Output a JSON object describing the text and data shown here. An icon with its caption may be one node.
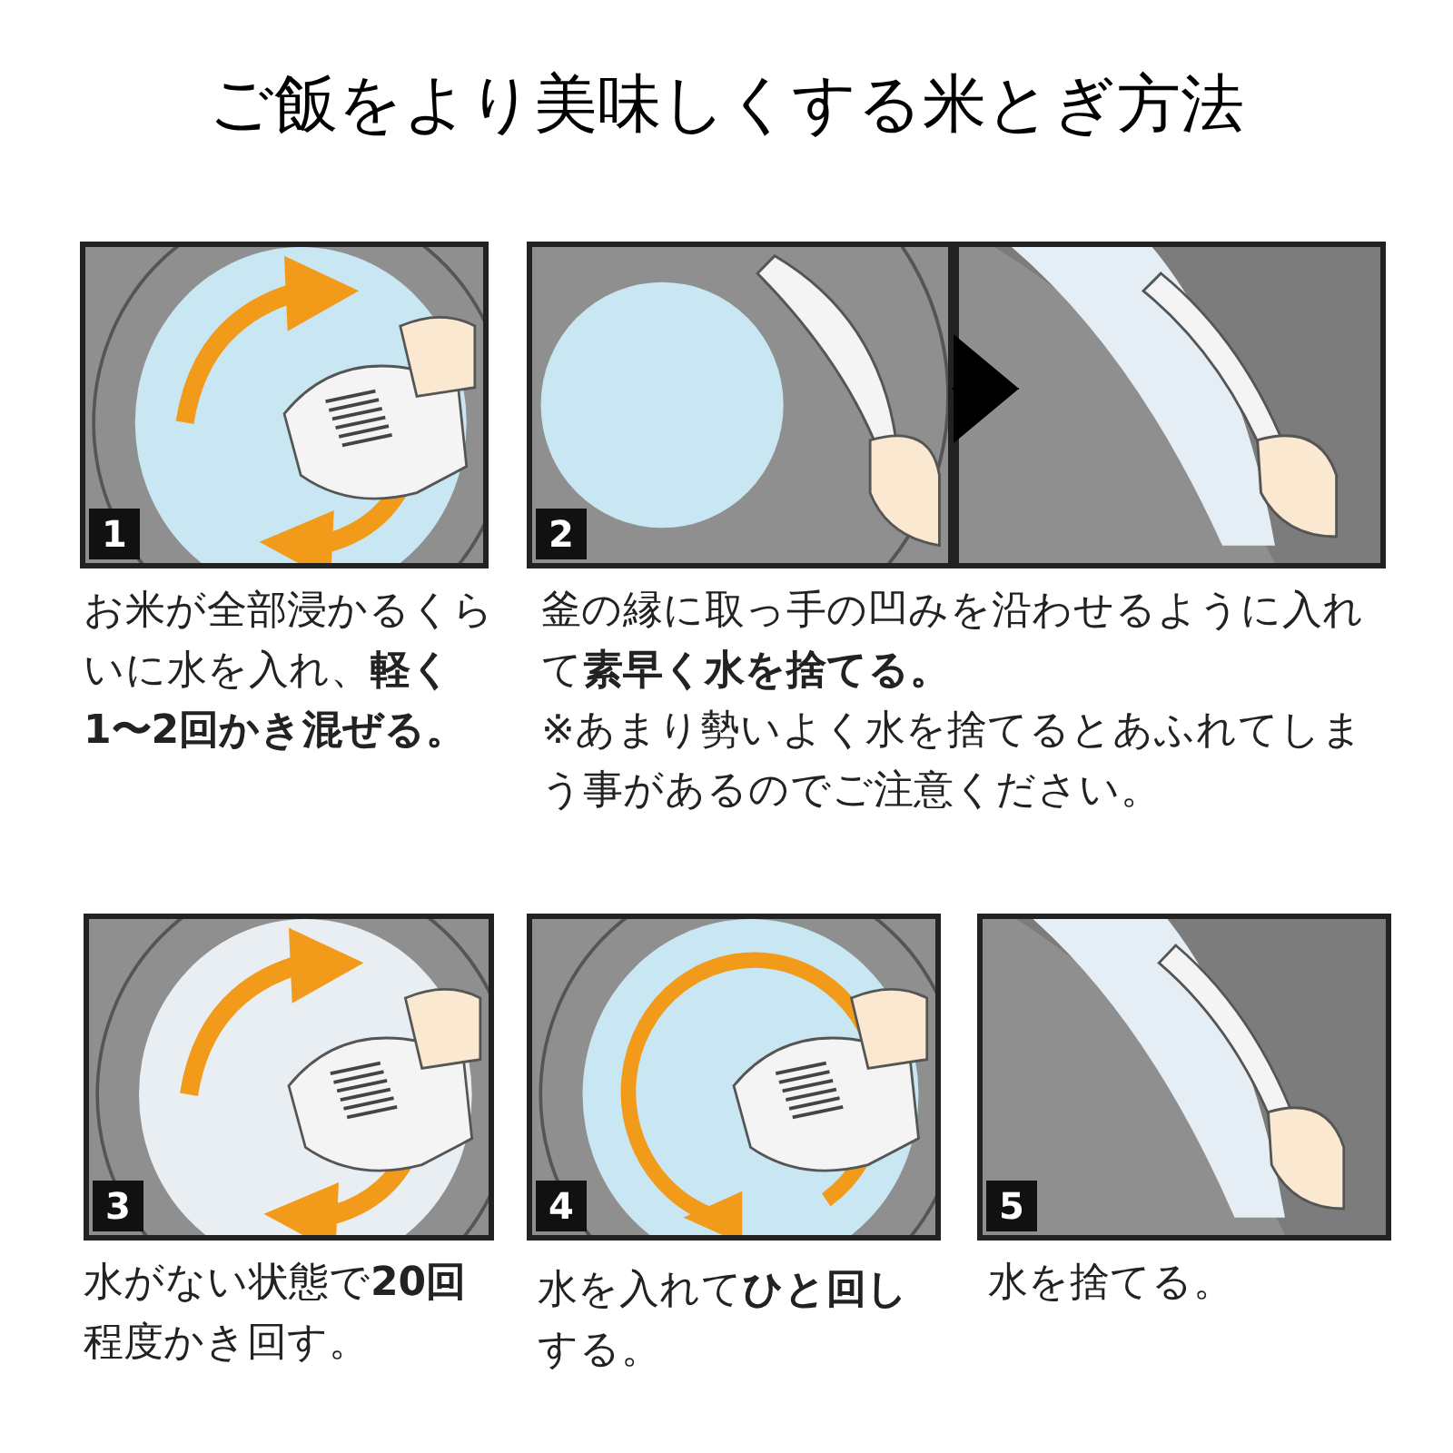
{
  "diagram": {
    "title": "ご飯をより美味しくする米とぎ方法",
    "nodes": [
      {
        "text": [
          "1"
        ],
        "beside": [
          "お米が全部浸かるくらいに水を入れ、**軽く1〜2回かき混ぜる。**"
        ]
      },
      {
        "text": [
          "2"
        ],
        "beside": [
          "釜の縁に取っ手の凹みを沿わせるように入れて**素早く水を捨てる。**",
          "※あまり勢いよく水を捨てるとあふれてしまう事があるのでご注意ください。"
        ]
      },
      {
        "text": [],
        "shape": "picture"
      },
      {
        "text": [
          "3"
        ],
        "beside": [
          "水がない状態で**20回**程度かき回す。"
        ]
      },
      {
        "text": [
          "4"
        ],
        "beside": [
          "水を入れて**ひと回し**する。"
        ]
      },
      {
        "text": [
          "5"
        ],
        "beside": [
          "水を捨てる。"
        ]
      }
    ],
    "edges": [
      {
        "from": 1,
        "to": 2,
        "arrow": "to"
      }
    ]
  }
}
